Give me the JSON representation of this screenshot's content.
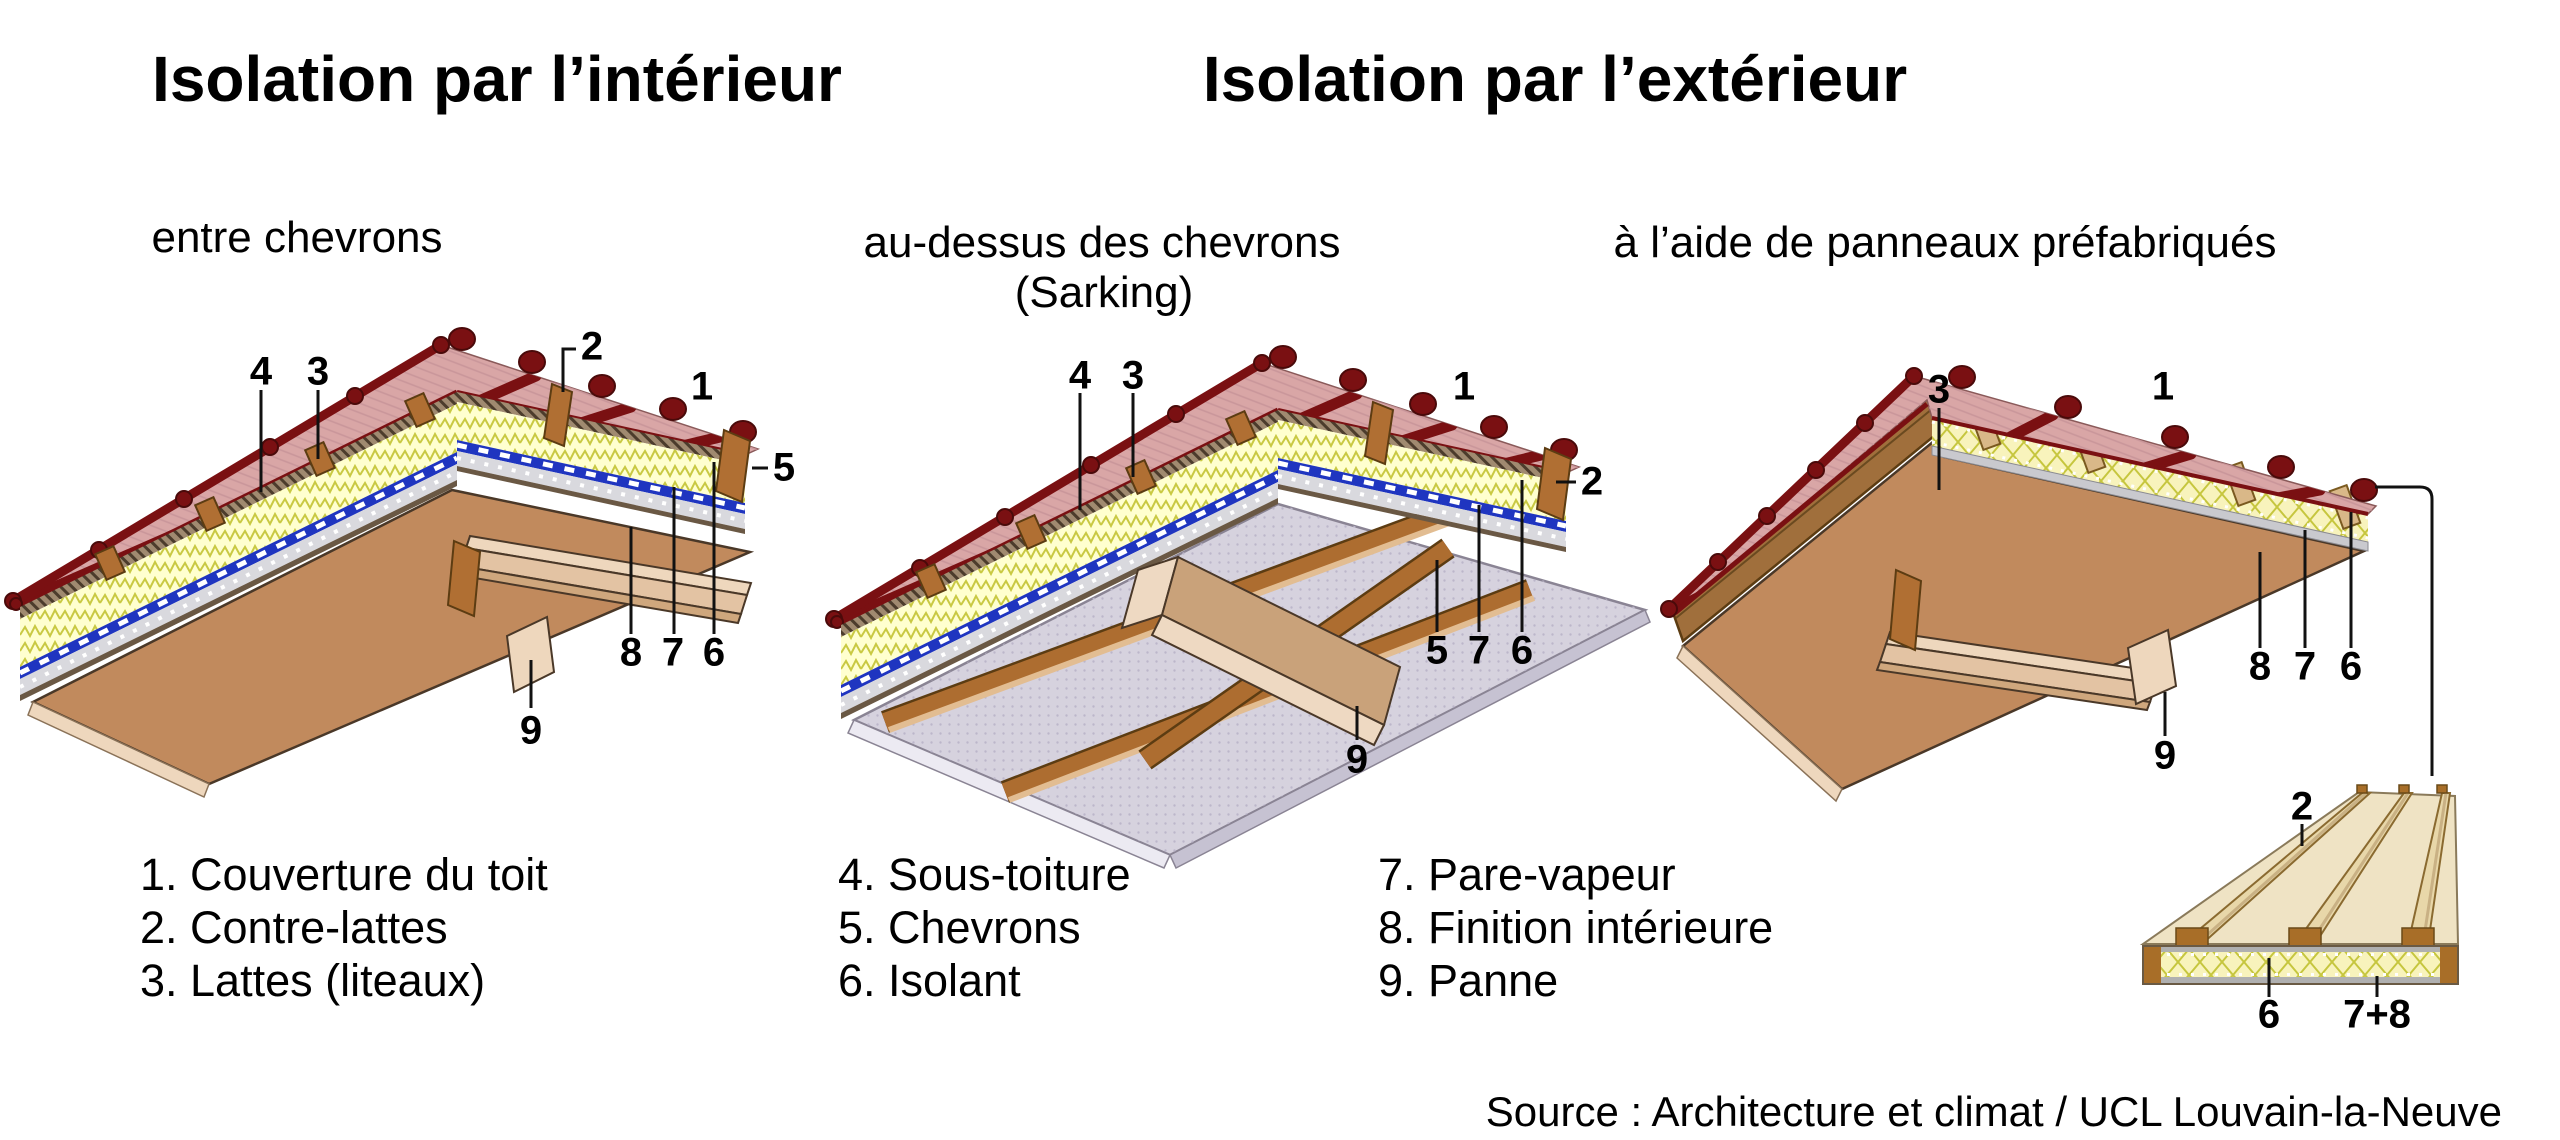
{
  "header": {
    "title_left": "Isolation par l’intérieur",
    "title_right": "Isolation par l’extérieur"
  },
  "subtitles": {
    "left": "entre chevrons",
    "middle_line1": "au-dessus des chevrons",
    "middle_line2": "(Sarking)",
    "right": "à l’aide de panneaux préfabriqués"
  },
  "legend": {
    "col1": [
      "1. Couverture du toit",
      "2. Contre-lattes",
      "3. Lattes (liteaux)"
    ],
    "col2": [
      "4. Sous-toiture",
      "5. Chevrons",
      "6. Isolant"
    ],
    "col3": [
      "7. Pare-vapeur",
      "8. Finition intérieure",
      "9. Panne"
    ]
  },
  "callouts": {
    "d1": [
      "4",
      "3",
      "2",
      "1",
      "5",
      "8",
      "7",
      "6",
      "9"
    ],
    "d2": [
      "4",
      "3",
      "1",
      "2",
      "5",
      "7",
      "6",
      "9"
    ],
    "d3": [
      "3",
      "1",
      "8",
      "7",
      "6",
      "9"
    ],
    "detail": [
      "2",
      "6",
      "7+8"
    ]
  },
  "source": "Source : Architecture et climat / UCL Louvain-la-Neuve",
  "colors": {
    "tile_pink": "#d9a6a6",
    "tile_cap_red": "#7a1012",
    "insulation_yellow": "#ffffcf",
    "insulation_zigzag": "#c9c943",
    "vapor_barrier_blue": "#1f35c0",
    "screed_gray": "#d9d9de",
    "underlay_hatch": "#a08a70",
    "interior_panel_tan": "#c18a5d",
    "beam_tan": "#e3c3a3",
    "wood_brown": "#b06f33",
    "sarking_underside_lavender": "#d6d2de",
    "prefab_rim_brown": "#a06f3c",
    "leader_line": "#111111"
  }
}
